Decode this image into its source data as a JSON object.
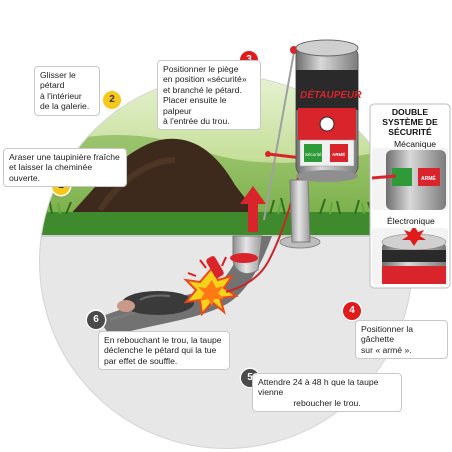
{
  "steps": [
    {
      "number": "1",
      "text": [
        "Araser une taupinière fraîche",
        "et laisser la cheminée ouverte."
      ]
    },
    {
      "number": "2",
      "text": [
        "Glisser le pétard",
        "à l'intérieur",
        "de la galerie."
      ]
    },
    {
      "number": "3",
      "text": [
        "Positionner le piège",
        "en position «sécurité»",
        "et branché le pétard.",
        "Placer ensuite le palpeur",
        "à l'entrée du trou."
      ]
    },
    {
      "number": "4",
      "text": [
        "Positionner la gâchette",
        "sur « armé »."
      ]
    },
    {
      "number": "5",
      "text": [
        "Attendre 24 à 48 h que la taupe vienne",
        "reboucher le trou."
      ]
    },
    {
      "number": "6",
      "text": [
        "En rebouchant le trou, la taupe",
        "déclenche le pétard qui la tue",
        "par effet de souffle."
      ]
    }
  ],
  "device": {
    "brand": "DÉTAUPEUR",
    "switch_labels": [
      "Sécurité",
      "ARMÉ"
    ]
  },
  "safety": {
    "title": "DOUBLE SYSTÈME DE SÉCURITÉ",
    "mechanical": "Mécanique",
    "electronic": "Électronique"
  },
  "colors": {
    "step_badge_yellow": "#f5c81a",
    "step_badge_red": "#e01b1b",
    "step_badge_dark": "#4a4a4a",
    "grass": "#3f8a2c",
    "soil": "#3e2a1c",
    "device_body": "#b8b8b8",
    "device_band": "#2a2a2a",
    "trigger_red": "#d8242a"
  }
}
